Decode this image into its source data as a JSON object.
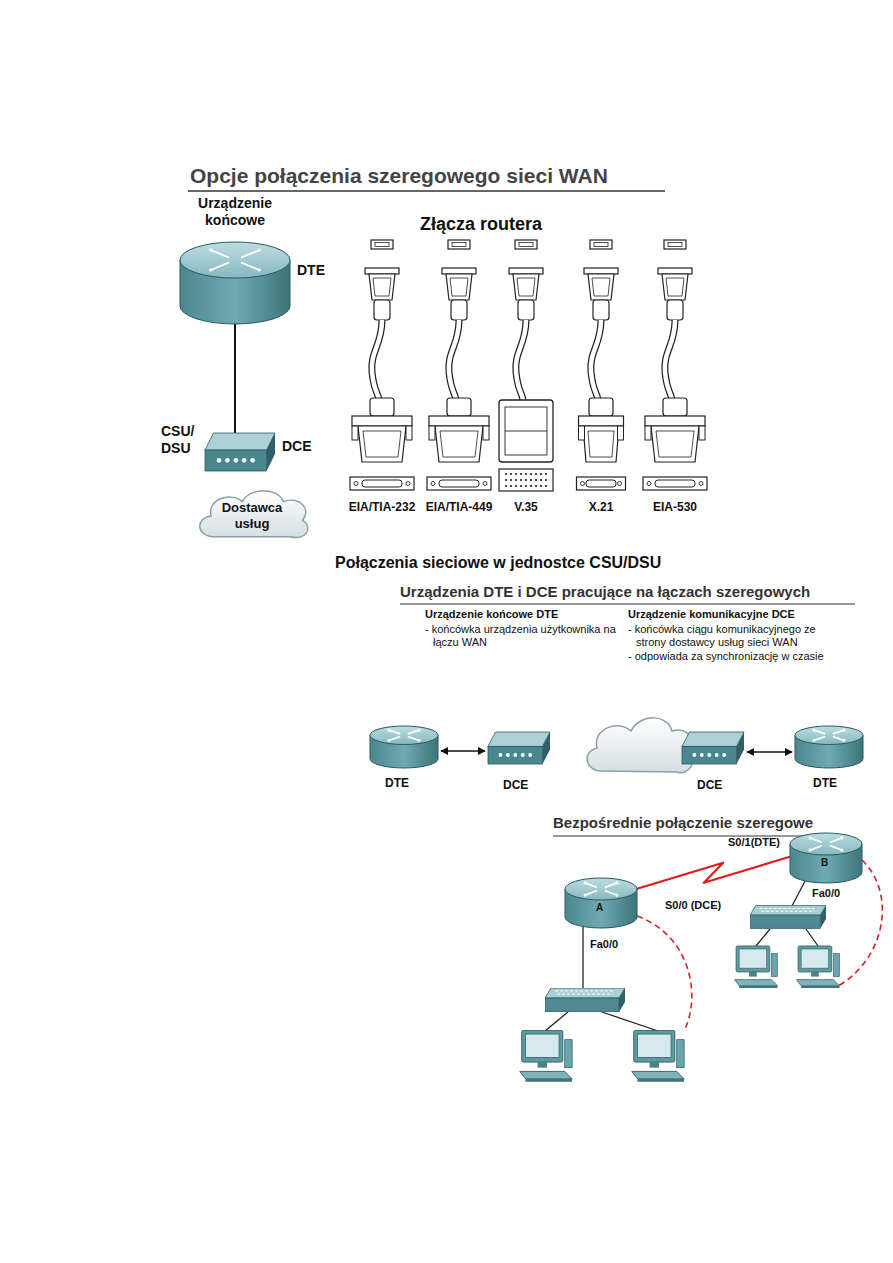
{
  "diagram": {
    "title": "Opcje połączenia szeregowego sieci WAN",
    "nodes": [
      {
        "text": [
          "Urządzenie końcowe",
          "DTE"
        ]
      },
      {
        "text": [
          "CSU/ DSU",
          "DCE"
        ]
      },
      {
        "text": [
          "Dostawca usług"
        ]
      },
      {
        "text": [
          "DTE"
        ]
      },
      {
        "text": [
          "DCE"
        ]
      },
      {
        "text": [
          "DCE"
        ]
      },
      {
        "text": [
          "DTE"
        ]
      },
      {
        "text": [
          "B"
        ]
      },
      {
        "text": [
          "A"
        ]
      }
    ],
    "edges": [
      {
        "from": 0,
        "to": 1,
        "arrow": "none"
      },
      {
        "from": 3,
        "to": 4,
        "arrow": "both"
      },
      {
        "from": 5,
        "to": 6,
        "arrow": "both"
      },
      {
        "from": 8,
        "to": 7,
        "arrow": "none"
      }
    ],
    "labels": [
      "Złącza routera",
      "EIA/TIA-232",
      "EIA/TIA-449",
      "V.35",
      "X.21",
      "EIA-530",
      "Połączenia sieciowe w jednostce CSU/DSU",
      "Urządzenia DTE i DCE pracujące na łączach szeregowych",
      "Urządzenie końcowe DTE",
      "- końcówka urządzenia użytkownika na łączu WAN",
      "Urządzenie komunikacyjne DCE",
      "- końcówka ciągu komunikacyjnego ze strony dostawcy usług sieci WAN",
      "- odpowiada za synchronizację w czasie",
      "Bezpośrednie połączenie szeregowe",
      "S0/1(DTE)",
      "Fa0/0",
      "S0/0 (DCE)",
      "Fa0/0"
    ]
  }
}
